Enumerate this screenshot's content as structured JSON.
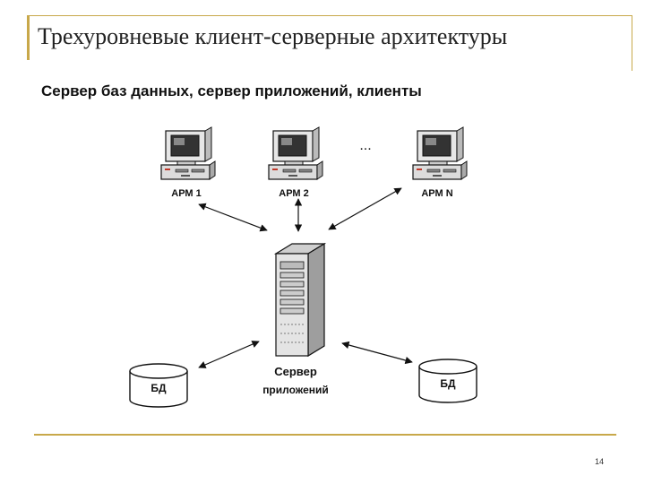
{
  "slide": {
    "title": "Трехуровневые клиент-серверные архитектуры",
    "subtitle": "Сервер баз данных, сервер приложений, клиенты",
    "page_number": "14"
  },
  "diagram": {
    "workstations": [
      {
        "label": "АРМ 1"
      },
      {
        "label": "АРМ 2"
      },
      {
        "label": "АРМ N"
      }
    ],
    "ellipsis": "...",
    "server": {
      "line1": "Сервер",
      "line2": "приложений"
    },
    "databases": [
      {
        "label": "БД"
      },
      {
        "label": "БД"
      }
    ]
  },
  "colors": {
    "accent": "#c8a84a",
    "ink": "#111111"
  }
}
